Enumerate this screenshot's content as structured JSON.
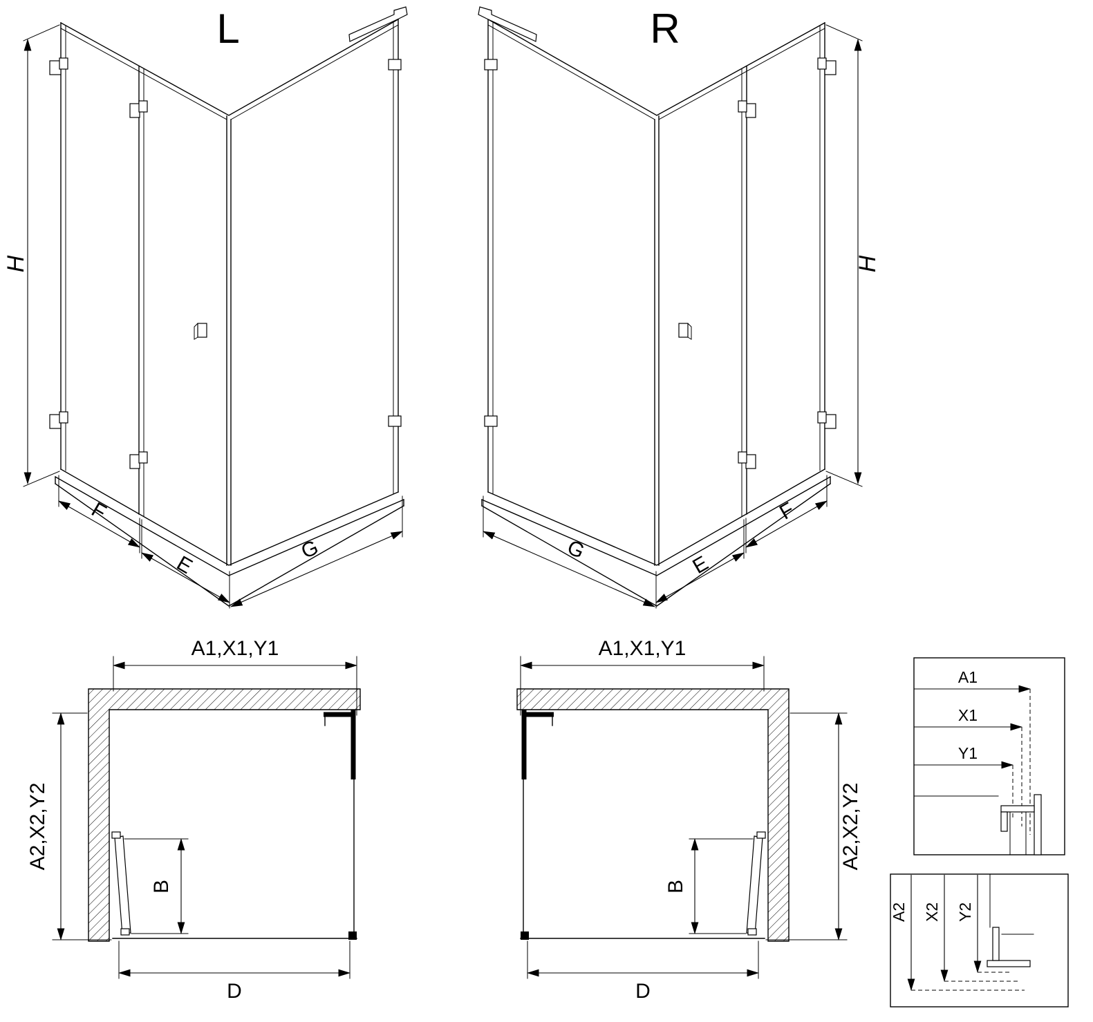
{
  "iso_left": {
    "variant_label": "L",
    "height_label": "H",
    "door_panel_label": "F",
    "inner_panel_label": "E",
    "side_panel_label": "G"
  },
  "iso_right": {
    "variant_label": "R",
    "height_label": "H",
    "door_panel_label": "F",
    "inner_panel_label": "E",
    "side_panel_label": "G"
  },
  "plan_left": {
    "width_label": "A1,X1,Y1",
    "depth_label": "A2,X2,Y2",
    "door_width_label": "B",
    "entry_width_label": "D"
  },
  "plan_right": {
    "width_label": "A1,X1,Y1",
    "depth_label": "A2,X2,Y2",
    "door_width_label": "B",
    "entry_width_label": "D"
  },
  "legend_width": {
    "a1": "A1",
    "x1": "X1",
    "y1": "Y1"
  },
  "legend_depth": {
    "a2": "A2",
    "x2": "X2",
    "y2": "Y2"
  }
}
